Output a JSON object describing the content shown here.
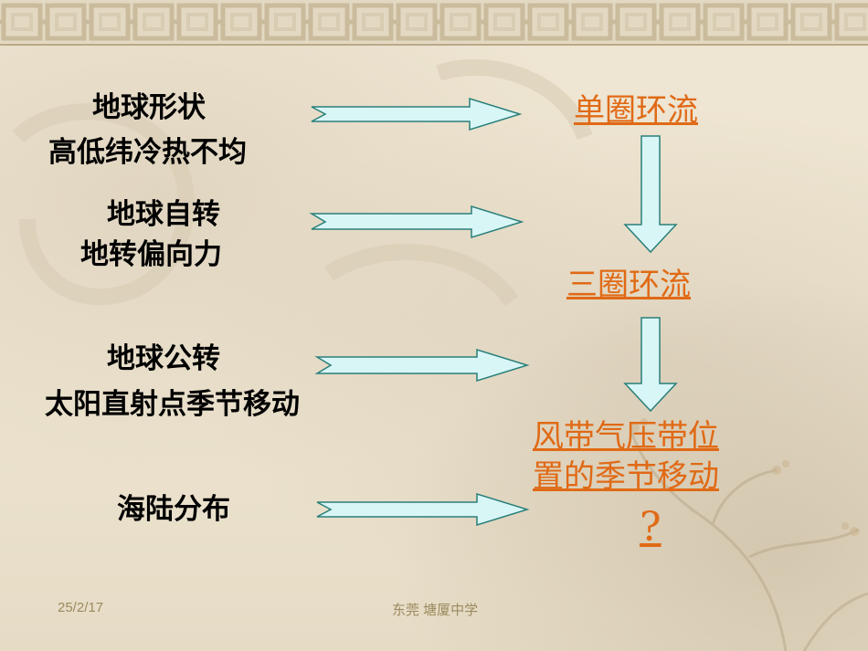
{
  "causes": [
    {
      "line1": "地球形状",
      "line2": "高低纬冷热不均"
    },
    {
      "line1": "地球自转",
      "line2": "地转偏向力"
    },
    {
      "line1": "地球公转",
      "line2": "太阳直射点季节移动"
    },
    {
      "line1": "海陆分布"
    }
  ],
  "results": {
    "single_cell": "单圈环流",
    "three_cell": "三圈环流",
    "shift_line1": "风带气压带位",
    "shift_line2": "置的季节移动",
    "question_mark": "?"
  },
  "footer": {
    "date": "25/2/17",
    "school": "东莞 塘厦中学"
  },
  "colors": {
    "arrow_fill": "#d9f6f6",
    "arrow_stroke": "#2a7f7a",
    "result_text": "#e06a16",
    "footer_text": "#9b8a5f"
  }
}
